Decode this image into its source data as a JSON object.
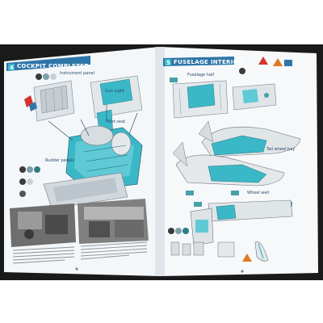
{
  "left_page": {
    "step_number": "4",
    "heading": "COCKPIT COMPLETED",
    "callouts": [
      "Instrument panel",
      "Pilot seat",
      "Rudder pedals",
      "Gun sight"
    ]
  },
  "right_page": {
    "step_number": "5",
    "heading": "FUSELAGE INTERIOR",
    "callouts": [
      "Fuselage half",
      "Wheel well",
      "Tail wheel bay"
    ]
  },
  "colors": {
    "backdrop": "#1a1a1a",
    "paper": "#f4f7f9",
    "accent_cyan": "#3bb8c8",
    "header_blue": "#2e76a8",
    "callout_teal": "#48a0a8",
    "photo_gray": "#6e6e6e"
  }
}
